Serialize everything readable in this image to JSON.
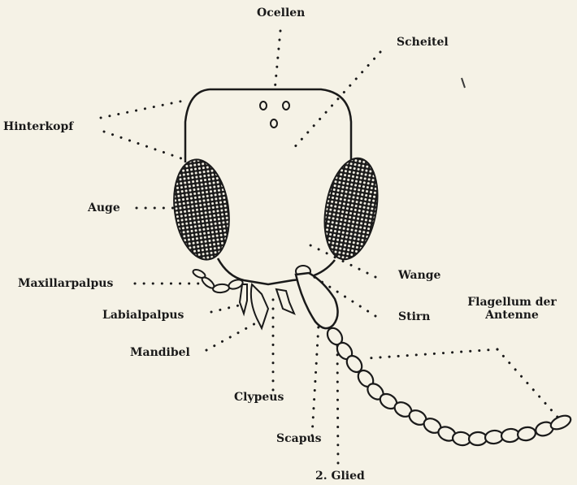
{
  "labels": {
    "ocellen": "Ocellen",
    "scheitel": "Scheitel",
    "hinterkopf": "Hinterkopf",
    "auge": "Auge",
    "maxillarpalpus": "Maxillarpalpus",
    "labialpalpus": "Labialpalpus",
    "mandibel": "Mandibel",
    "clypeus": "Clypeus",
    "scapus": "Scapus",
    "glied2": "2. Glied",
    "wange": "Wange",
    "stirn": "Stirn",
    "flagellum_line1": "Flagellum der",
    "flagellum_line2": "Antenne"
  },
  "colors": {
    "ink": "#1a1a1a",
    "paper": "#f5f2e6"
  }
}
